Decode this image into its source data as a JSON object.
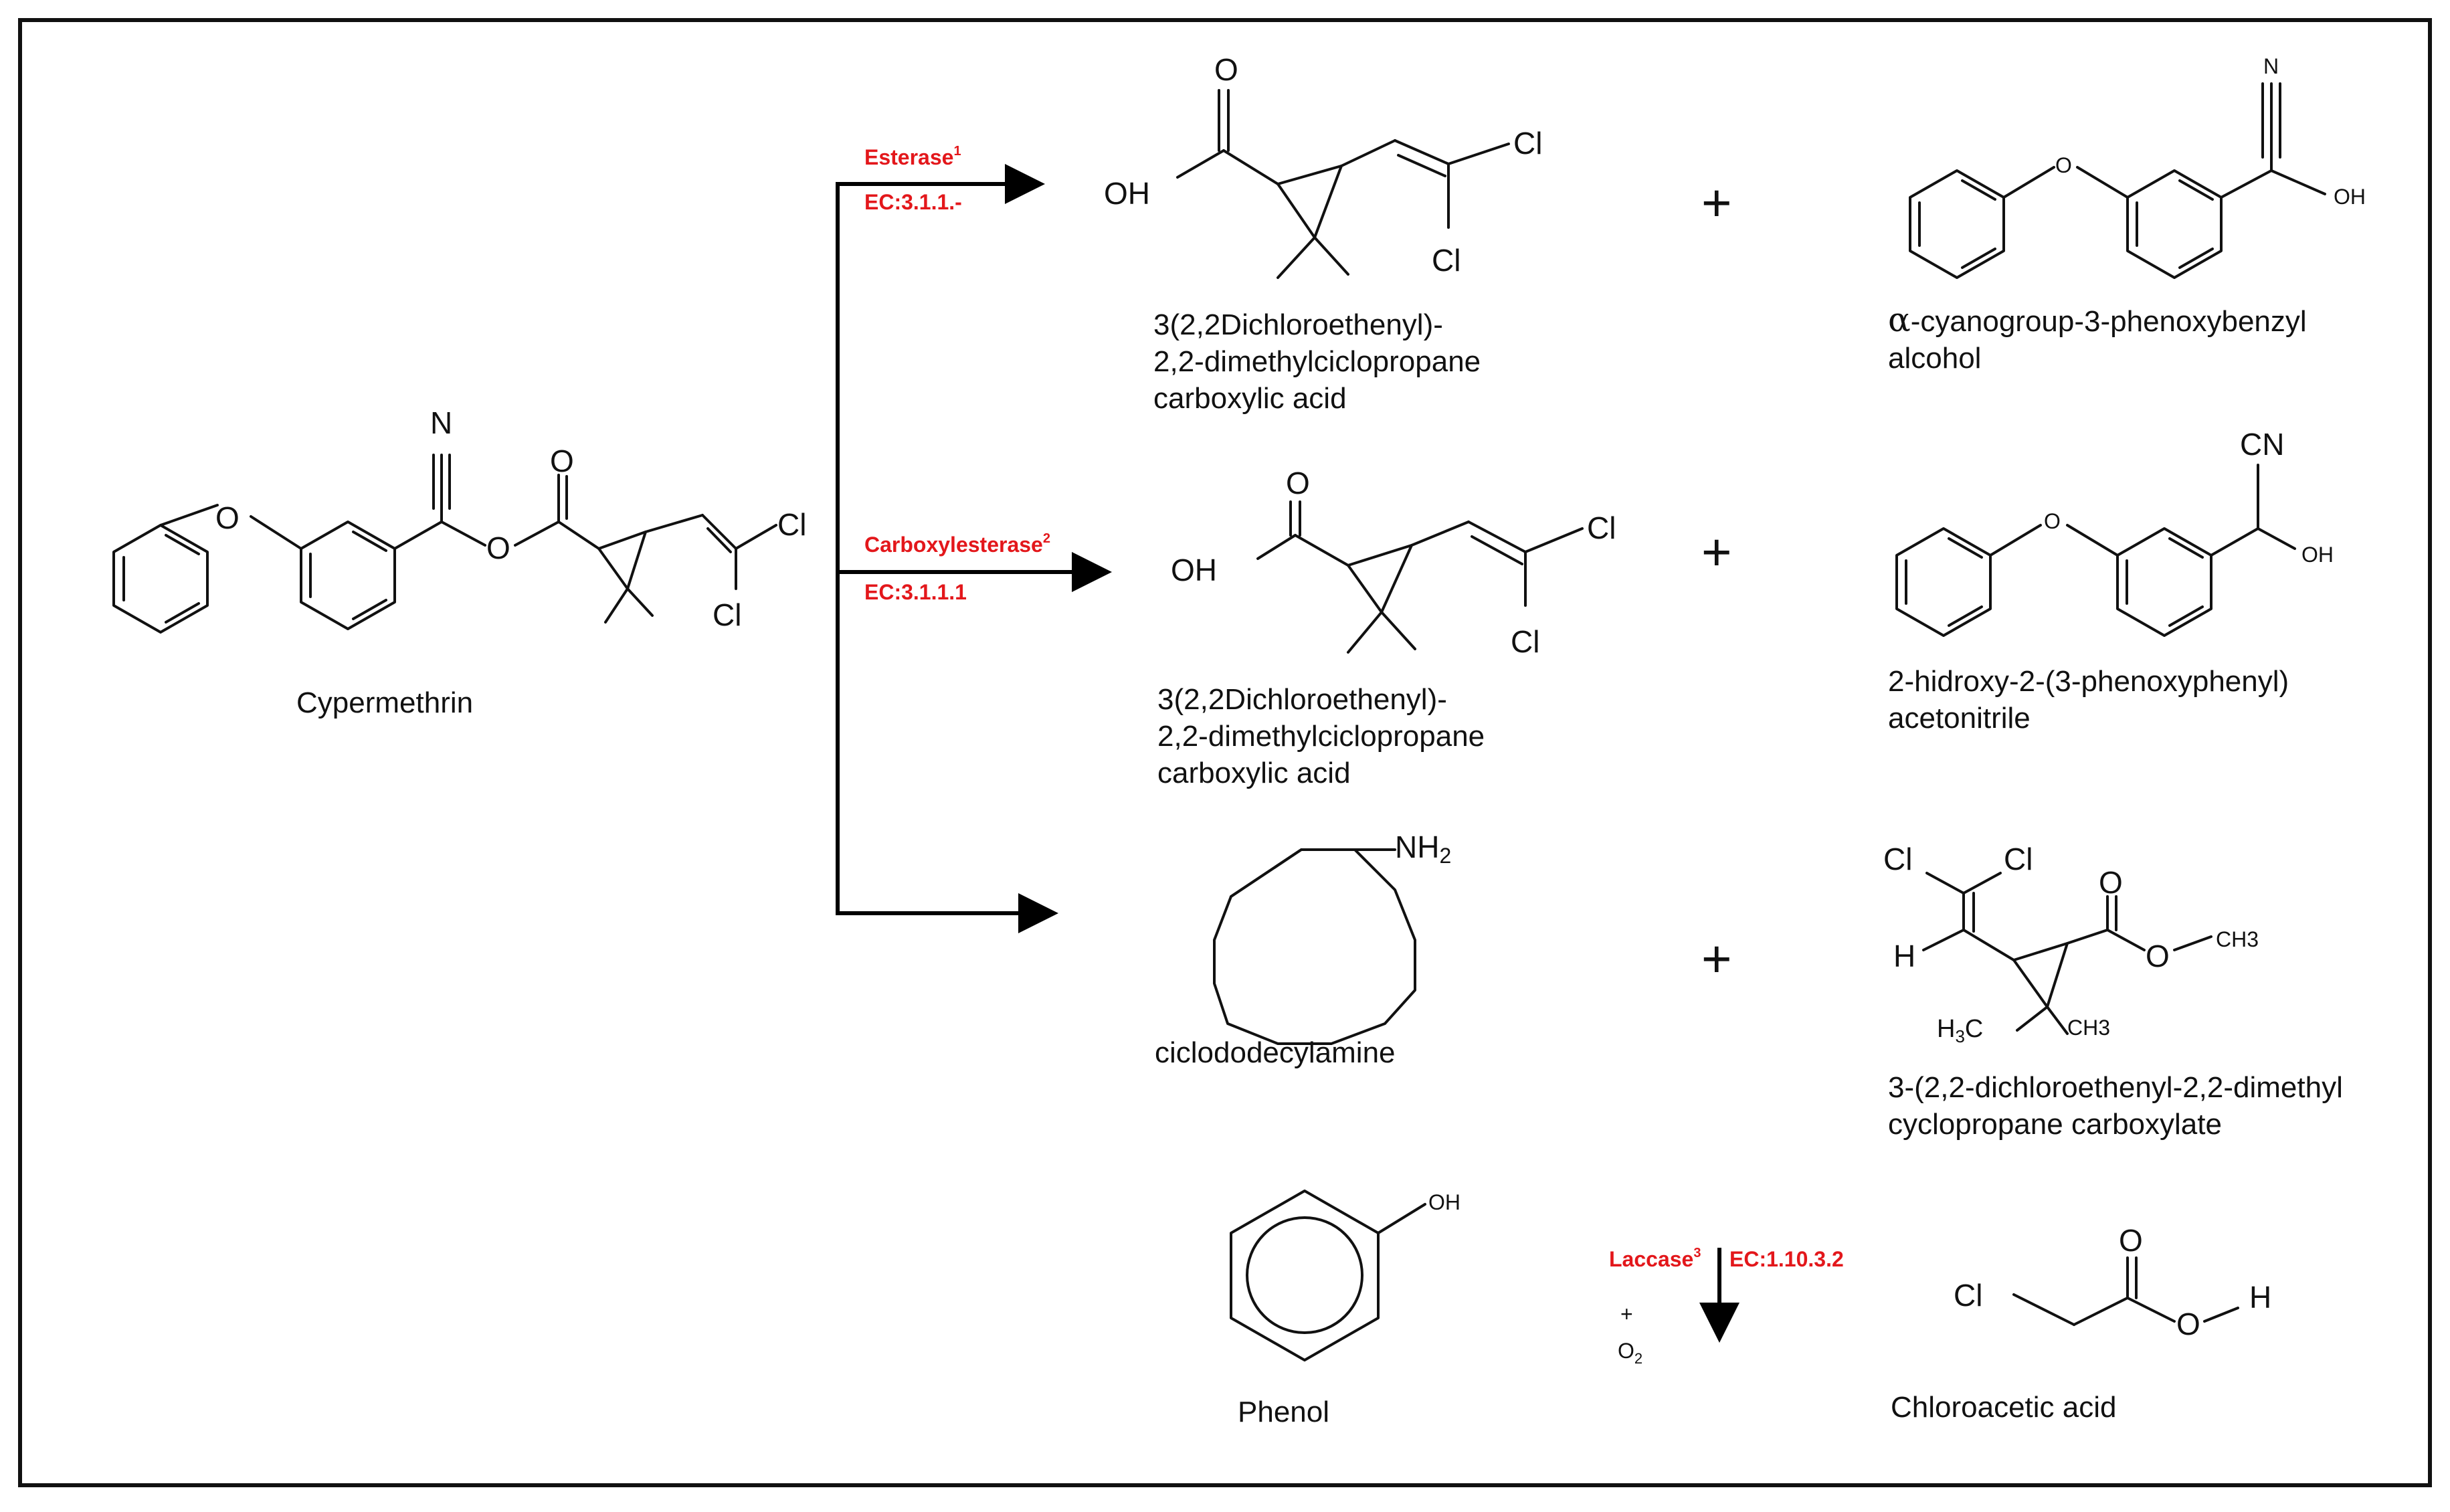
{
  "compounds": {
    "cypermethrin": "Cypermethrin",
    "acid_1": [
      "3(2,2Dichloroethenyl)-",
      "2,2-dimethylciclopropane",
      "carboxylic acid"
    ],
    "alcohol_1": [
      "-cyanogroup-3-phenoxybenzyl",
      "alcohol"
    ],
    "acid_2": [
      "3(2,2Dichloroethenyl)-",
      "2,2-dimethylciclopropane",
      "carboxylic acid"
    ],
    "nitrile_2": [
      "2-hidroxy-2-(3-phenoxyphenyl)",
      "acetonitrile"
    ],
    "amine_3": "ciclododecylamine",
    "ester_3": [
      "3-(2,2-dichloroethenyl-2,2-dimethyl",
      "cyclopropane carboxylate"
    ],
    "phenol": "Phenol",
    "chloroacetic": "Chloroacetic acid"
  },
  "alpha_symbol": "α",
  "enzymes": {
    "esterase": {
      "name": "Esterase",
      "sup": "1",
      "ec": "EC:3.1.1.-"
    },
    "carboxylesterase": {
      "name": "Carboxylesterase",
      "sup": "2",
      "ec": "EC:3.1.1.1"
    },
    "laccase": {
      "name": "Laccase",
      "sup": "3",
      "ec": "EC:1.10.3.2"
    }
  },
  "cosubstrate": {
    "plus": "+",
    "o2": "O",
    "o2_sub": "2"
  },
  "plus_sign": "+",
  "atoms": {
    "O": "O",
    "N": "N",
    "Cl": "Cl",
    "OH": "OH",
    "OH_small": "OH",
    "CN": "CN",
    "NH2": "NH",
    "NH2_sub": "2",
    "H": "H",
    "CH3": "CH3",
    "CH3_small": "CH3",
    "H3C": "H",
    "H3C_sub": "3",
    "H3C_C": "C"
  },
  "colors": {
    "enzyme_label": "#e3171b",
    "line": "#111111",
    "frame": "#111111"
  }
}
